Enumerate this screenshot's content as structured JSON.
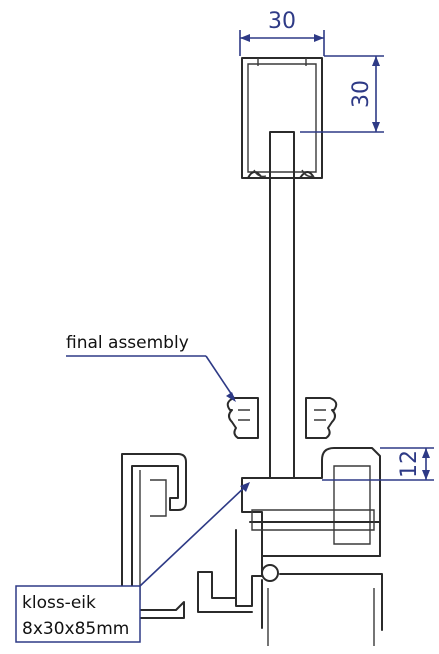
{
  "dimensions": {
    "top_width": "30",
    "top_height": "30",
    "bottom_height": "12"
  },
  "annotations": {
    "final_assembly": "final assembly",
    "block_line1": "kloss-eik",
    "block_line2": "8x30x85mm"
  },
  "colors": {
    "line": "#2b2b2b",
    "dimension": "#2e3a86"
  }
}
